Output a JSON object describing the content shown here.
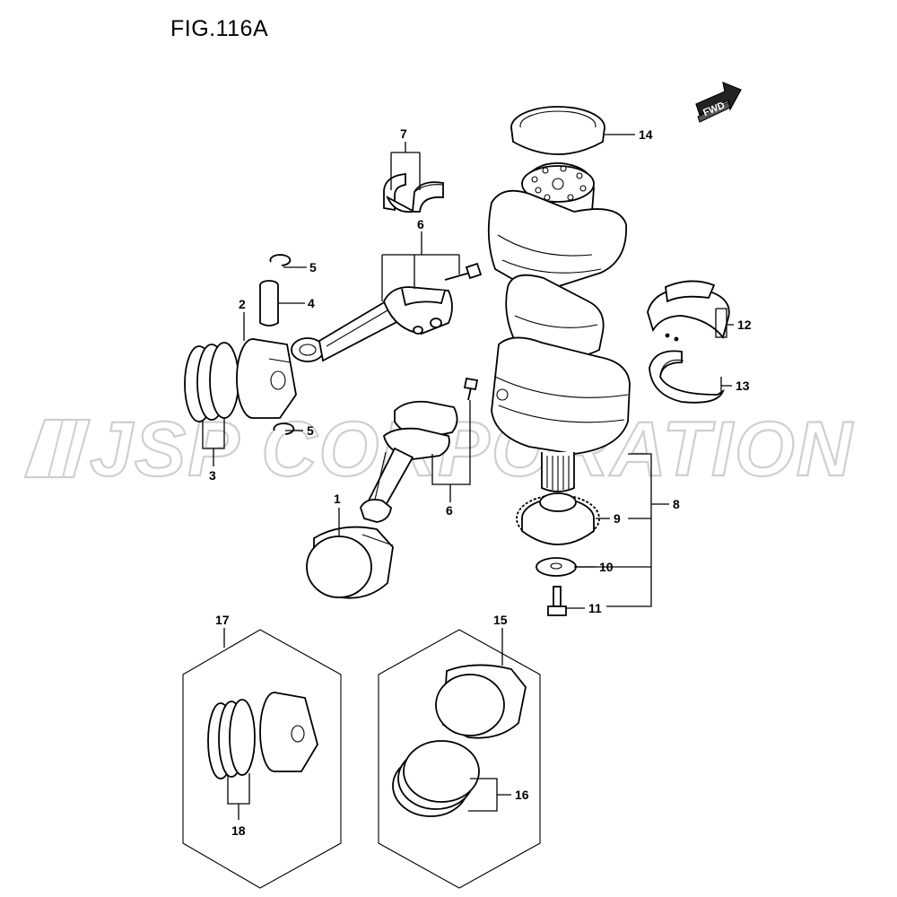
{
  "figure": {
    "title": "FIG.116A"
  },
  "watermark": {
    "text": "JSP CORPORATION"
  },
  "direction_badge": {
    "text": "FWD"
  },
  "callouts": [
    {
      "id": "c1",
      "label": "1"
    },
    {
      "id": "c2",
      "label": "2"
    },
    {
      "id": "c3",
      "label": "3"
    },
    {
      "id": "c4",
      "label": "4"
    },
    {
      "id": "c5a",
      "label": "5"
    },
    {
      "id": "c5b",
      "label": "5"
    },
    {
      "id": "c6a",
      "label": "6"
    },
    {
      "id": "c6b",
      "label": "6"
    },
    {
      "id": "c7",
      "label": "7"
    },
    {
      "id": "c8",
      "label": "8"
    },
    {
      "id": "c9",
      "label": "9"
    },
    {
      "id": "c10",
      "label": "10"
    },
    {
      "id": "c11",
      "label": "11"
    },
    {
      "id": "c12",
      "label": "12"
    },
    {
      "id": "c13",
      "label": "13"
    },
    {
      "id": "c14",
      "label": "14"
    },
    {
      "id": "c15",
      "label": "15"
    },
    {
      "id": "c16",
      "label": "16"
    },
    {
      "id": "c17",
      "label": "17"
    },
    {
      "id": "c18",
      "label": "18"
    }
  ]
}
